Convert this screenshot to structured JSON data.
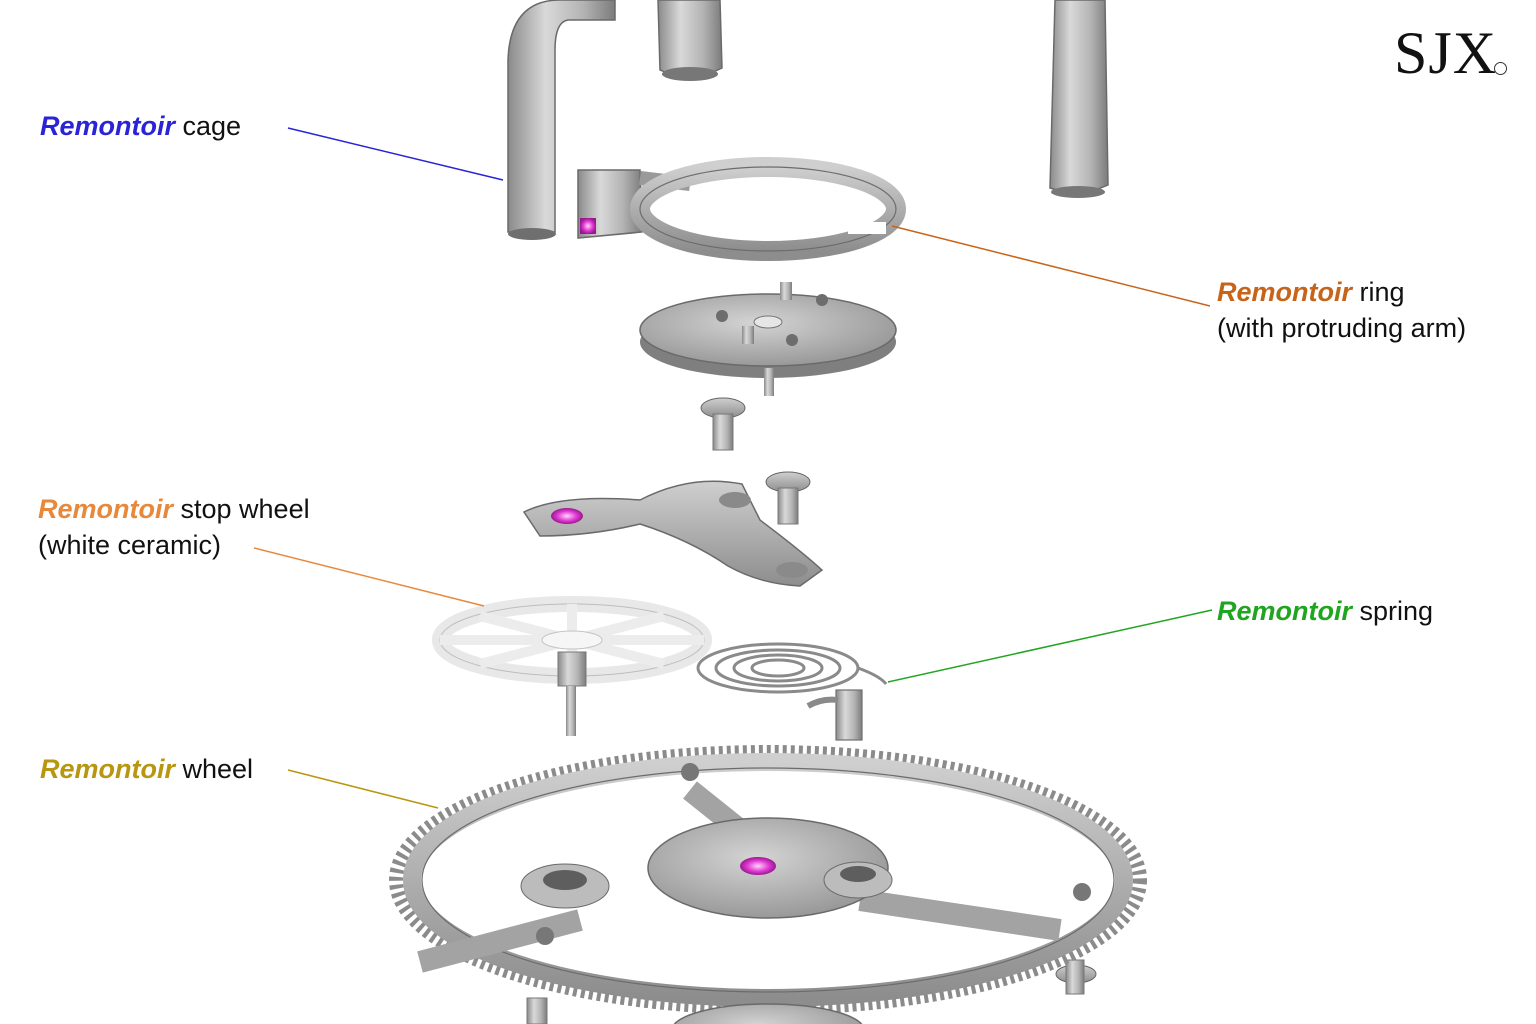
{
  "brand": {
    "logo_text": "SJX"
  },
  "colors": {
    "cage": "#2a24d6",
    "ring": "#c8641a",
    "stop_wheel": "#e8883a",
    "spring": "#1fa51f",
    "wheel": "#b8960f",
    "metal_light": "#d6d6d6",
    "metal_mid": "#a8a8a8",
    "metal_dark": "#6e6e6e",
    "ruby": "#e03ad2",
    "ceramic": "#f4f4f4"
  },
  "labels": {
    "cage": {
      "emph": "Remontoir",
      "rest": " cage"
    },
    "ring": {
      "emph": "Remontoir",
      "rest": " ring",
      "line2": "(with protruding arm)"
    },
    "stop_wheel": {
      "emph": "Remontoir",
      "rest": " stop wheel",
      "line2": "(white ceramic)"
    },
    "spring": {
      "emph": "Remontoir",
      "rest": " spring"
    },
    "wheel": {
      "emph": "Remontoir",
      "rest": " wheel"
    }
  },
  "components": [
    {
      "id": "cage",
      "icon": "bridge-pillars"
    },
    {
      "id": "ring",
      "icon": "split-ring-with-arm"
    },
    {
      "id": "plate",
      "icon": "round-plate"
    },
    {
      "id": "screws",
      "icon": "screw"
    },
    {
      "id": "bridge",
      "icon": "small-bridge"
    },
    {
      "id": "stop_wheel",
      "icon": "ceramic-stop-wheel"
    },
    {
      "id": "spring",
      "icon": "spiral-spring"
    },
    {
      "id": "wheel",
      "icon": "toothed-wheel"
    }
  ]
}
